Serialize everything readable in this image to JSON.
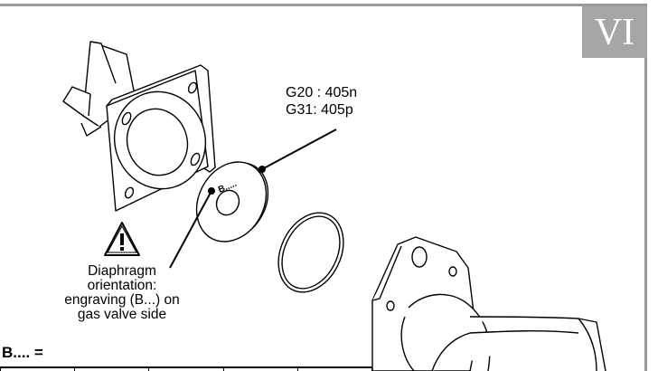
{
  "section_badge": "VI",
  "gas_codes": {
    "line1": "G20 : 405n",
    "line2": "G31: 405p"
  },
  "warning": {
    "line1": "Diaphragm",
    "line2": "orientation:",
    "line3": "engraving (B...) on",
    "line4": "gas valve side"
  },
  "engraving_mark": "B.....",
  "b_field_label": "B.... =",
  "icons": {
    "warning": "warning-triangle-icon"
  }
}
